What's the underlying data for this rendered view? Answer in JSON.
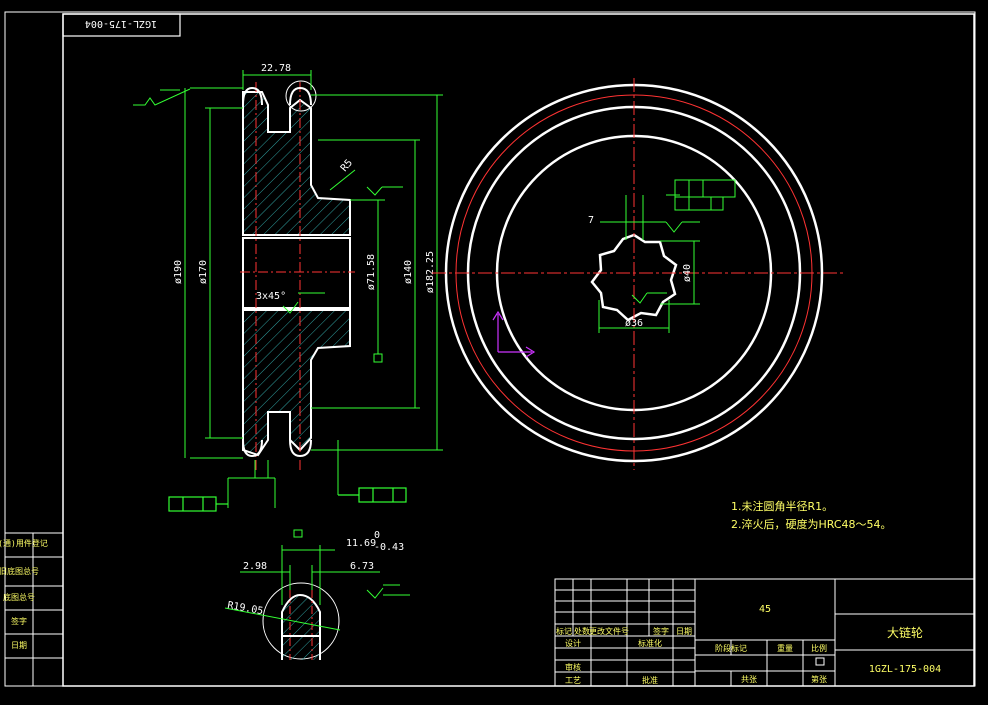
{
  "drawing": {
    "corner_code": "1GZL-175-004",
    "part_title": "大链轮",
    "drawing_number": "1GZL-175-004",
    "material": "45"
  },
  "dimensions": {
    "tooth_width": "22.78",
    "fillet_r": "R5",
    "dia_190": "ø190",
    "dia_170": "ø170",
    "dia_71_58": "ø71.58",
    "dia_140": "ø140",
    "dia_182_25": "ø182.25",
    "dia_40": "ø40",
    "dia_36": "ø36",
    "chamfer": "3x45°",
    "keyway_width": "7",
    "tooth_11_69": "11.69",
    "tol_upper": "0",
    "tol_lower": "-0.43",
    "tooth_2_98": "2.98",
    "tooth_6_73": "6.73",
    "radius_19_05": "R19.05"
  },
  "notes": [
    "1.未注圆角半径R1。",
    "2.淬火后，硬度为HRC48～54。"
  ],
  "title_block": {
    "labels_row1": [
      "标记",
      "处数",
      "更改文件号",
      "签字",
      "日期"
    ],
    "labels_row2": [
      "设计",
      "标准化",
      "阶段标记",
      "重量",
      "比例"
    ],
    "labels_row3": [
      "审核"
    ],
    "labels_row4": [
      "工艺",
      "批准",
      "共张",
      "第张"
    ]
  },
  "side_block": {
    "items": [
      "借(通)用件登记",
      "旧底图总号",
      "底图总号",
      "签字",
      "日期"
    ]
  }
}
